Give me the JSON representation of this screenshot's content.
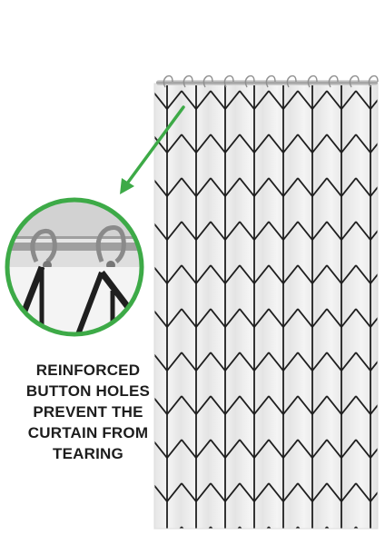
{
  "caption": {
    "lines": [
      "REINFORCED",
      "BUTTON HOLES",
      "PREVENT THE",
      "CURTAIN FROM",
      "TEARING"
    ]
  },
  "colors": {
    "callout_green": "#3daa47",
    "curtain_white": "#f5f5f5",
    "pattern_black": "#222222",
    "rod_chrome": "#c8c8c8"
  },
  "icons": [
    "zoom-callout-circle",
    "pointer-arrow"
  ]
}
